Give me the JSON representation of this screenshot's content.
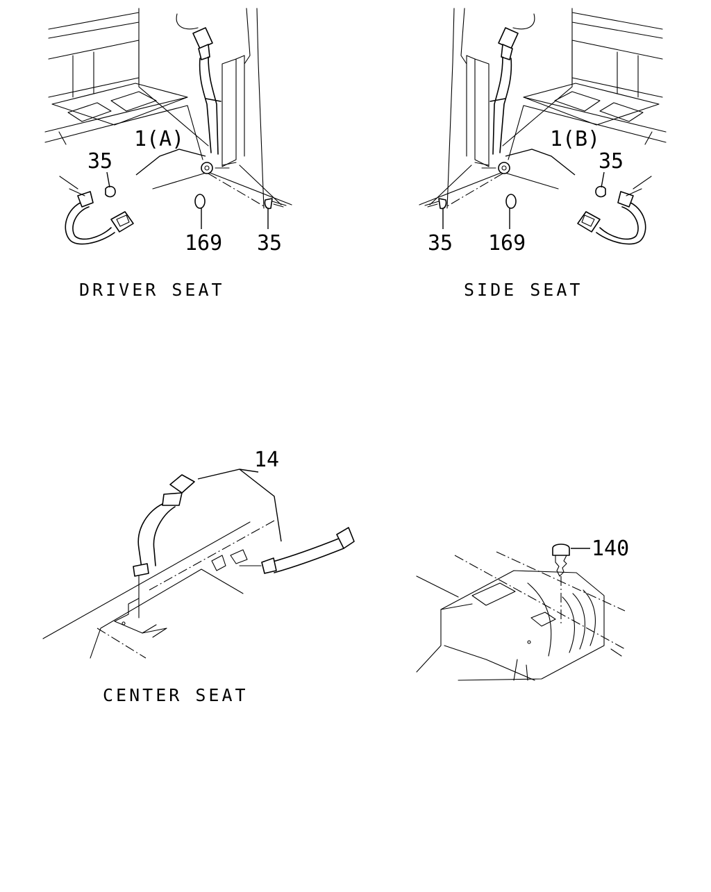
{
  "panels": {
    "driver": {
      "caption": "DRIVER SEAT",
      "callouts": {
        "belt": "1(A)",
        "bolt_left": "35",
        "grommet": "169",
        "bolt_right": "35"
      }
    },
    "side": {
      "caption": "SIDE SEAT",
      "callouts": {
        "belt": "1(B)",
        "bolt_right": "35",
        "grommet": "169",
        "bolt_left": "35"
      }
    },
    "center": {
      "caption": "CENTER SEAT",
      "callouts": {
        "belt": "14"
      }
    },
    "floor": {
      "callouts": {
        "clip": "140"
      }
    }
  }
}
